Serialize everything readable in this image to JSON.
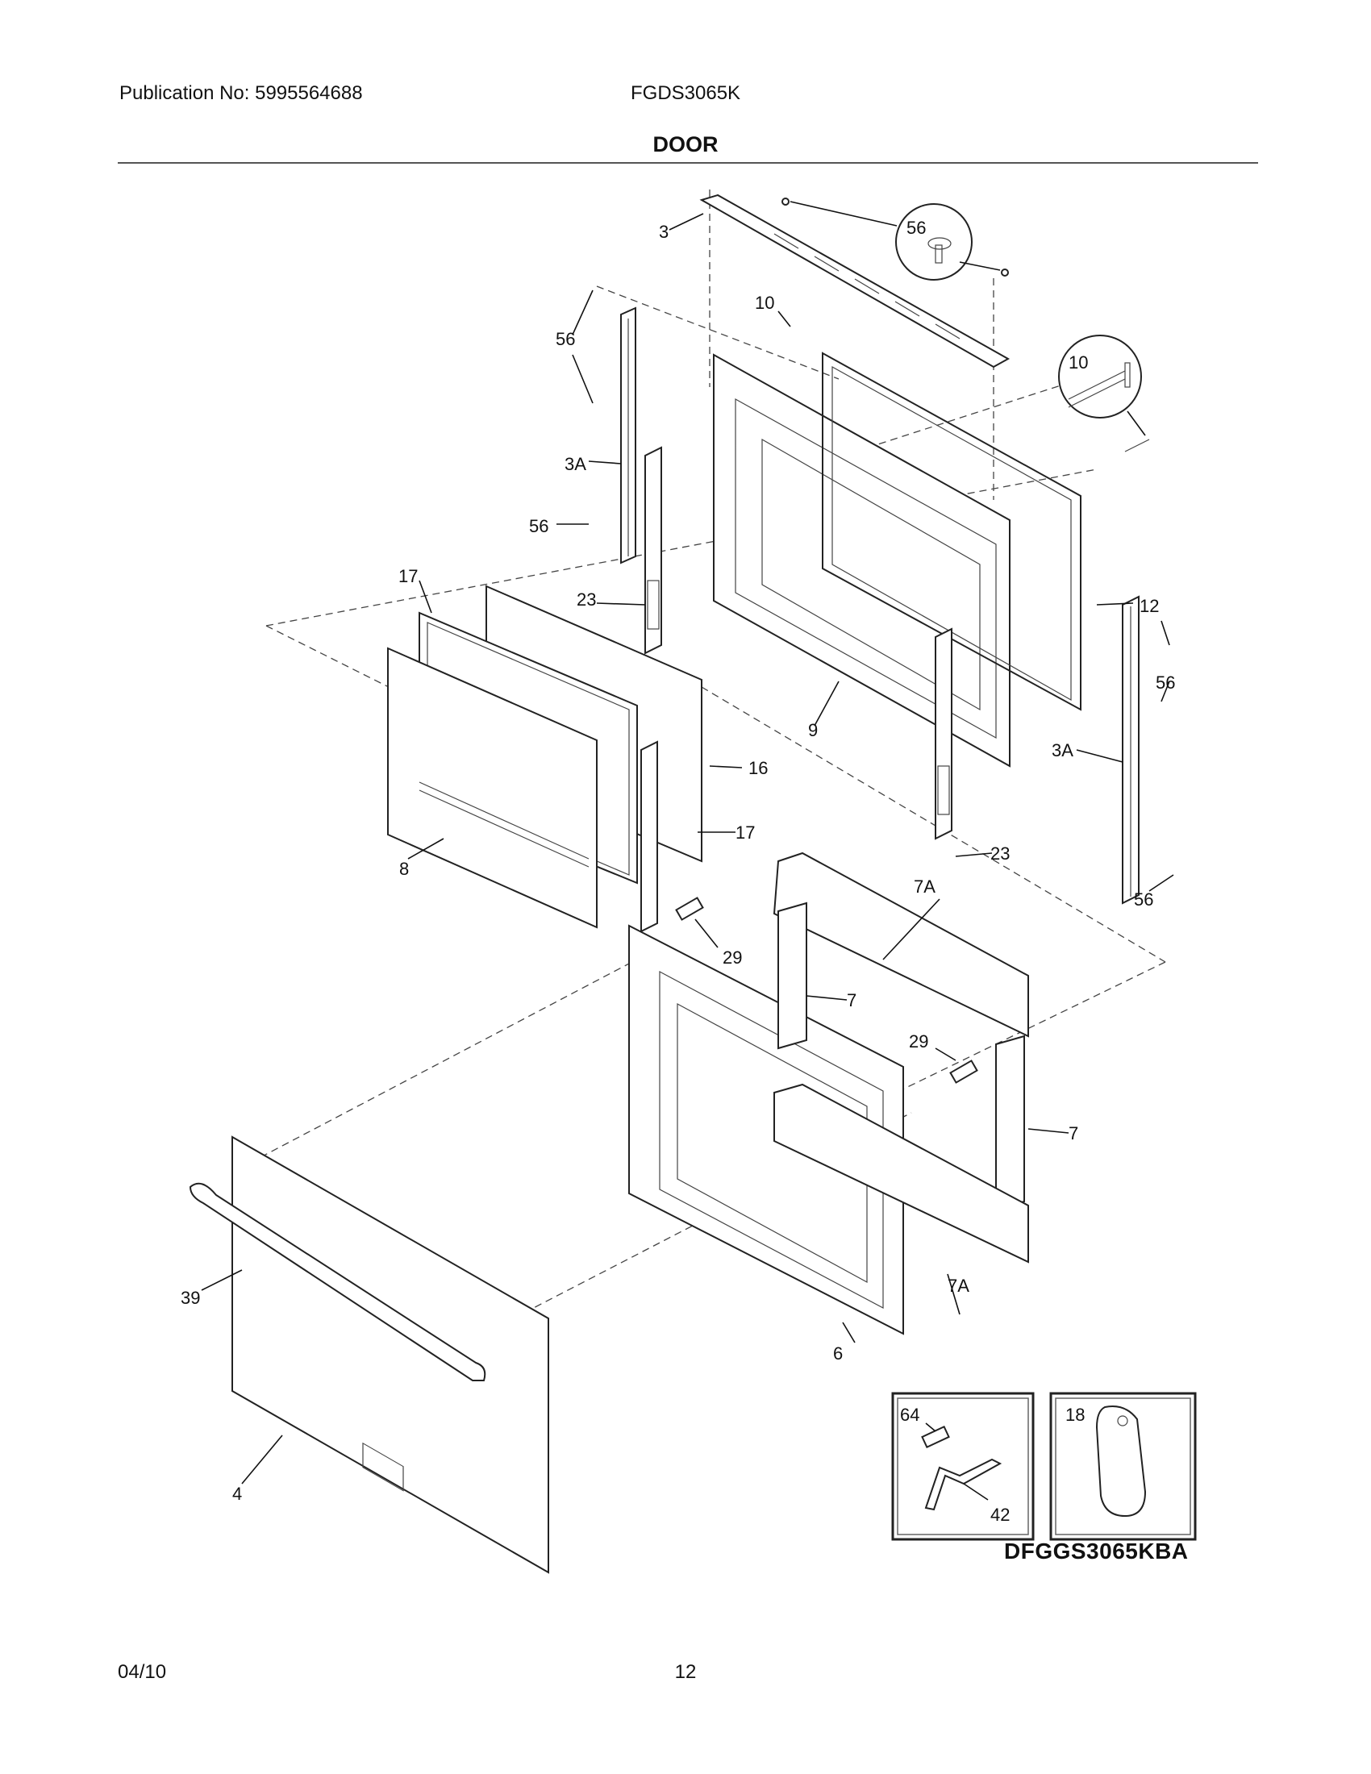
{
  "header": {
    "publication": "Publication No: 5995564688",
    "model": "FGDS3065K",
    "section_title": "DOOR"
  },
  "callouts": {
    "c3": "3",
    "c56a": "56",
    "c10a": "10",
    "c56b": "56",
    "c10b": "10",
    "c3Aa": "3A",
    "c56c": "56",
    "c12": "12",
    "c17a": "17",
    "c23a": "23",
    "c56d": "56",
    "c9": "9",
    "c3Ab": "3A",
    "c16": "16",
    "c17b": "17",
    "c8": "8",
    "c23b": "23",
    "c56e": "56",
    "c7Aa": "7A",
    "c29a": "29",
    "c7a": "7",
    "c29b": "29",
    "c7b": "7",
    "c39": "39",
    "c7Ab": "7A",
    "c6": "6",
    "c4": "4",
    "c64": "64",
    "c42": "42",
    "c18": "18"
  },
  "diagram_code": "DFGGS3065KBA",
  "footer": {
    "date": "04/10",
    "page": "12"
  }
}
